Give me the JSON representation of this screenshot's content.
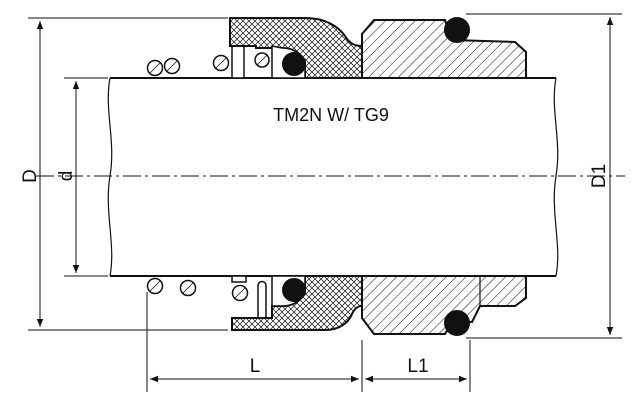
{
  "drawing": {
    "title": "TM2N W/ TG9",
    "dimensions": {
      "outer_diameter": "D",
      "shaft_diameter": "d",
      "seat_diameter": "D1",
      "seal_length": "L",
      "seat_length": "L1"
    }
  },
  "colors": {
    "line": "#111111",
    "oring": "#111111",
    "background": "#ffffff"
  }
}
